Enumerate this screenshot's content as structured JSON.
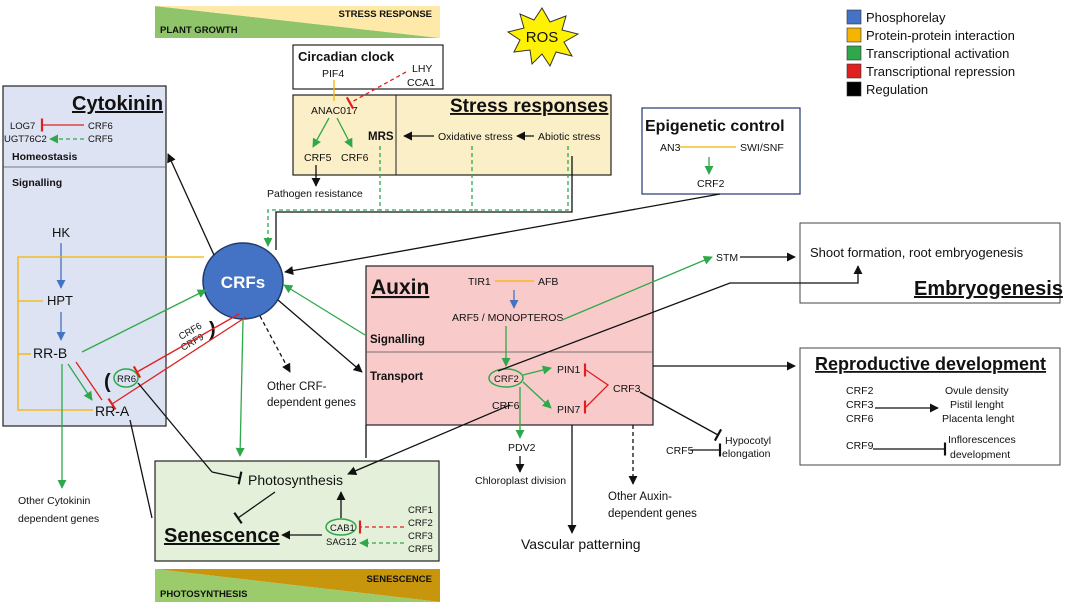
{
  "colors": {
    "phosphorelay": "#4472C4",
    "ppi": "#F4B400",
    "activation": "#2EA84A",
    "repression": "#E02020",
    "regulation": "#000000",
    "cytokinin_bg": "#DDE3F2",
    "stress_bg": "#FBEFC7",
    "auxin_bg": "#F8CACA",
    "senescence_bg": "#E4F0DA",
    "epigenetic_bg": "#FFFFFF",
    "crfs_fill": "#4472C4",
    "ros_fill": "#FFF200",
    "growth_green": "#8FC46A",
    "stress_yellow": "#FFE9A8",
    "senescence_gold": "#C8960C",
    "photosynthesis_green": "#9BCB6B"
  },
  "legend": [
    {
      "label": "Phosphorelay",
      "color": "#4472C4"
    },
    {
      "label": "Protein-protein interaction",
      "color": "#F4B400"
    },
    {
      "label": "Transcriptional activation",
      "color": "#2EA84A"
    },
    {
      "label": "Transcriptional repression",
      "color": "#E02020"
    },
    {
      "label": "Regulation",
      "color": "#000000"
    }
  ],
  "top_banner": {
    "left": "PLANT GROWTH",
    "right": "STRESS RESPONSE"
  },
  "bottom_banner": {
    "left": "PHOTOSYNTHESIS",
    "right": "SENESCENCE"
  },
  "ros": "ROS",
  "crfs": "CRFs",
  "circadian": {
    "title": "Circadian clock",
    "pif4": "PIF4",
    "lhy": "LHY",
    "cca1": "CCA1"
  },
  "stress": {
    "title": "Stress responses",
    "anac017": "ANAC017",
    "crf5": "CRF5",
    "crf6": "CRF6",
    "mrs": "MRS",
    "oxidative": "Oxidative stress",
    "abiotic": "Abiotic stress",
    "pathogen": "Pathogen resistance"
  },
  "epigenetic": {
    "title": "Epigenetic control",
    "an3": "AN3",
    "swisnf": "SWI/SNF",
    "crf2": "CRF2"
  },
  "cytokinin": {
    "title": "Cytokinin",
    "log7": "LOG7",
    "crf6": "CRF6",
    "ugt": "UGT76C2",
    "crf5": "CRF5",
    "homeostasis": "Homeostasis",
    "signalling": "Signalling",
    "hk": "HK",
    "hpt": "HPT",
    "rrb": "RR-B",
    "rra": "RR-A",
    "rr6": "RR6",
    "crf6_edge": "CRF6",
    "crf9_edge": "CRF9",
    "other_genes": [
      "Other Cytokinin",
      "dependent genes"
    ]
  },
  "other_crf_genes": [
    "Other CRF-",
    "dependent genes"
  ],
  "auxin": {
    "title": "Auxin",
    "tir1": "TIR1",
    "afb": "AFB",
    "arf5": "ARF5 / MONOPTEROS",
    "signalling": "Signalling",
    "transport": "Transport",
    "crf2": "CRF2",
    "crf6": "CRF6",
    "pin1": "PIN1",
    "pin7": "PIN7",
    "crf3": "CRF3",
    "pdv2": "PDV2",
    "chloroplast": "Chloroplast division",
    "other_genes": [
      "Other Auxin-",
      "dependent genes"
    ],
    "vascular": "Vascular patterning",
    "stm": "STM"
  },
  "hypocotyl": {
    "crf5": "CRF5",
    "label": [
      "Hypocotyl",
      "elongation"
    ]
  },
  "embryogenesis": {
    "shoot": "Shoot formation, root embryogenesis",
    "title": "Embryogenesis"
  },
  "reproductive": {
    "title": "Reproductive development",
    "crfs": [
      "CRF2",
      "CRF3",
      "CRF6"
    ],
    "traits": [
      "Ovule density",
      "Pistil lenght",
      "Placenta lenght"
    ],
    "crf9": "CRF9",
    "inflo": [
      "Inflorescences",
      "development"
    ]
  },
  "senescence": {
    "title": "Senescence",
    "photosynthesis": "Photosynthesis",
    "cab1": "CAB1",
    "sag12": "SAG12",
    "crfs": [
      "CRF1",
      "CRF2",
      "CRF3",
      "CRF5"
    ]
  }
}
